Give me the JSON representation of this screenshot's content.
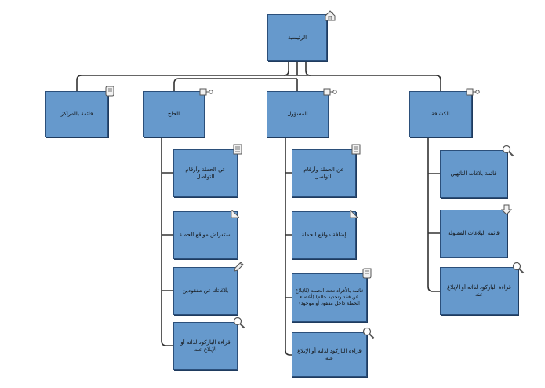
{
  "colors": {
    "box_fill": "#6699cc",
    "box_border": "#2b4f7a",
    "connector": "#333333",
    "background": "#ffffff"
  },
  "root": {
    "label": "الرئيسية",
    "icon": "house-icon"
  },
  "branches": [
    {
      "label": "قائمة بالمراكز",
      "icon": "scroll-icon",
      "children": []
    },
    {
      "label": "الحاج",
      "icon": "key-icon",
      "children": [
        {
          "label": "عن الحملة وأرقام التواصل",
          "icon": "document-lines-icon"
        },
        {
          "label": "استعراض مواقع الحملة",
          "icon": "page-fold-icon"
        },
        {
          "label": "بلاغاتك عن مفقودين",
          "icon": "pencil-icon"
        },
        {
          "label": "قراءة الباركود لذاته أو الإبلاغ عنه",
          "icon": "magnifier-icon"
        }
      ]
    },
    {
      "label": "المسؤول",
      "icon": "key-icon",
      "children": [
        {
          "label": "عن الحملة وأرقام التواصل",
          "icon": "document-lines-icon"
        },
        {
          "label": "إضافة مواقع الحملة",
          "icon": "page-fold-icon"
        },
        {
          "label": "قائمة بالأفراد تحت الحملة (للإبلاغ عن فقد وتحديد حالة) (أعضاء الحملة داخل مفقود أو موجود)",
          "icon": "scroll-icon"
        },
        {
          "label": "قراءة الباركود لذاته أو الإبلاغ عنه",
          "icon": "magnifier-icon"
        }
      ]
    },
    {
      "label": "الكشافة",
      "icon": "key-icon",
      "children": [
        {
          "label": "قائمة بلاغات التائهين",
          "icon": "magnifier-icon"
        },
        {
          "label": "قائمة البلاغات المقبولة",
          "icon": "down-arrow-icon"
        },
        {
          "label": "قراءة الباركود لذاته أو الإبلاغ عنه",
          "icon": "magnifier-icon"
        }
      ]
    }
  ]
}
